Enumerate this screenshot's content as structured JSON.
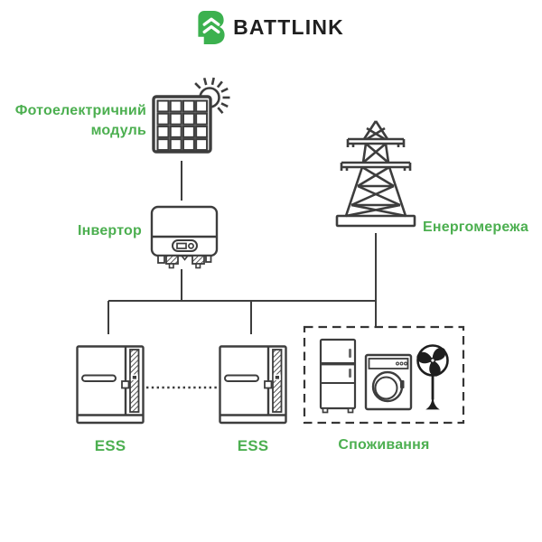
{
  "header": {
    "brand_name": "BATTLINK",
    "logo_icon": "battlink-logo",
    "logo_color": "#3CB14F",
    "brand_text_color": "#1F1F1F"
  },
  "diagram": {
    "label_color": "#4CAF50",
    "line_color": "#3D3D3D",
    "nodes": {
      "pv": {
        "label": "Фотоелектричний модуль",
        "icon": "solar-panel-sun-icon"
      },
      "inverter": {
        "label": "Інвертор",
        "icon": "inverter-icon"
      },
      "grid": {
        "label": "Енергомережа",
        "icon": "transmission-tower-icon"
      },
      "ess1": {
        "label": "ESS",
        "icon": "battery-cabinet-icon"
      },
      "ess2": {
        "label": "ESS",
        "icon": "battery-cabinet-icon"
      },
      "consumption": {
        "label": "Споживання",
        "icons": [
          "refrigerator-icon",
          "washing-machine-icon",
          "pedestal-fan-icon"
        ]
      }
    },
    "connections": [
      "pv-module -> inverter",
      "inverter -> ac-bus",
      "ac-bus -> ess-1",
      "ac-bus -> ess-2",
      "grid -> ac-bus",
      "grid -> consumption",
      "ess-1 -- ess-2 (dotted parallel link)"
    ]
  }
}
